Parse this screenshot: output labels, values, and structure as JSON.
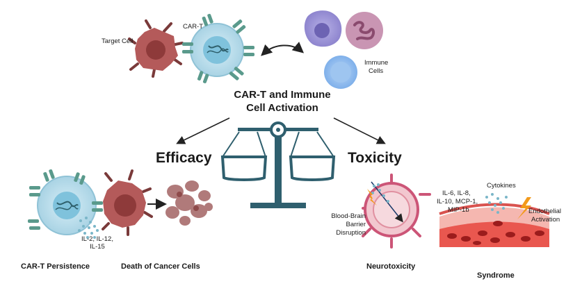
{
  "labels": {
    "target_cell": "Target Cell",
    "car_t": "CAR-T",
    "immune_cells_line1": "Immune",
    "immune_cells_line2": "Cells",
    "activation_line1": "CAR-T and Immune",
    "activation_line2": "Cell Activation",
    "efficacy": "Efficacy",
    "toxicity": "Toxicity",
    "cytokines_left_line1": "IL-2, IL-12,",
    "cytokines_left_line2": "IL-15",
    "car_t_persistence": "CAR-T Persistence",
    "death_of_cancer_cells": "Death of Cancer Cells",
    "bbb_line1": "Blood-Brain",
    "bbb_line2": "Barrier",
    "bbb_line3": "Disruption",
    "il_list_line1": "IL-6, IL-8,",
    "il_list_line2": "IL-10, MCP-1,",
    "il_list_line3": "MIP-1b",
    "cytokines": "Cytokines",
    "endothelial_line1": "Endothelial",
    "endothelial_line2": "Activation",
    "neurotoxicity": "Neurotoxicity",
    "syndrome": "Syndrome"
  },
  "colors": {
    "tumor_cell": "#b45a5a",
    "tumor_nucleus": "#8e3a3a",
    "tcell_body": "#cfe8f2",
    "tcell_nucleus": "#7fc2dc",
    "receptor": "#5a9a8c",
    "scale": "#2f5f6e",
    "vessel_wall": "#d9534f",
    "rbc": "#9b1c1c",
    "lightning": "#f29a1c",
    "dots": "#7ab6c8",
    "bbb_ring": "#cc5577"
  },
  "icons": [
    "tumor-cell-icon",
    "car-t-cell-icon",
    "immune-cell-icon",
    "balance-scale-icon",
    "lightning-icon",
    "blood-vessel-icon",
    "brain-barrier-icon"
  ]
}
